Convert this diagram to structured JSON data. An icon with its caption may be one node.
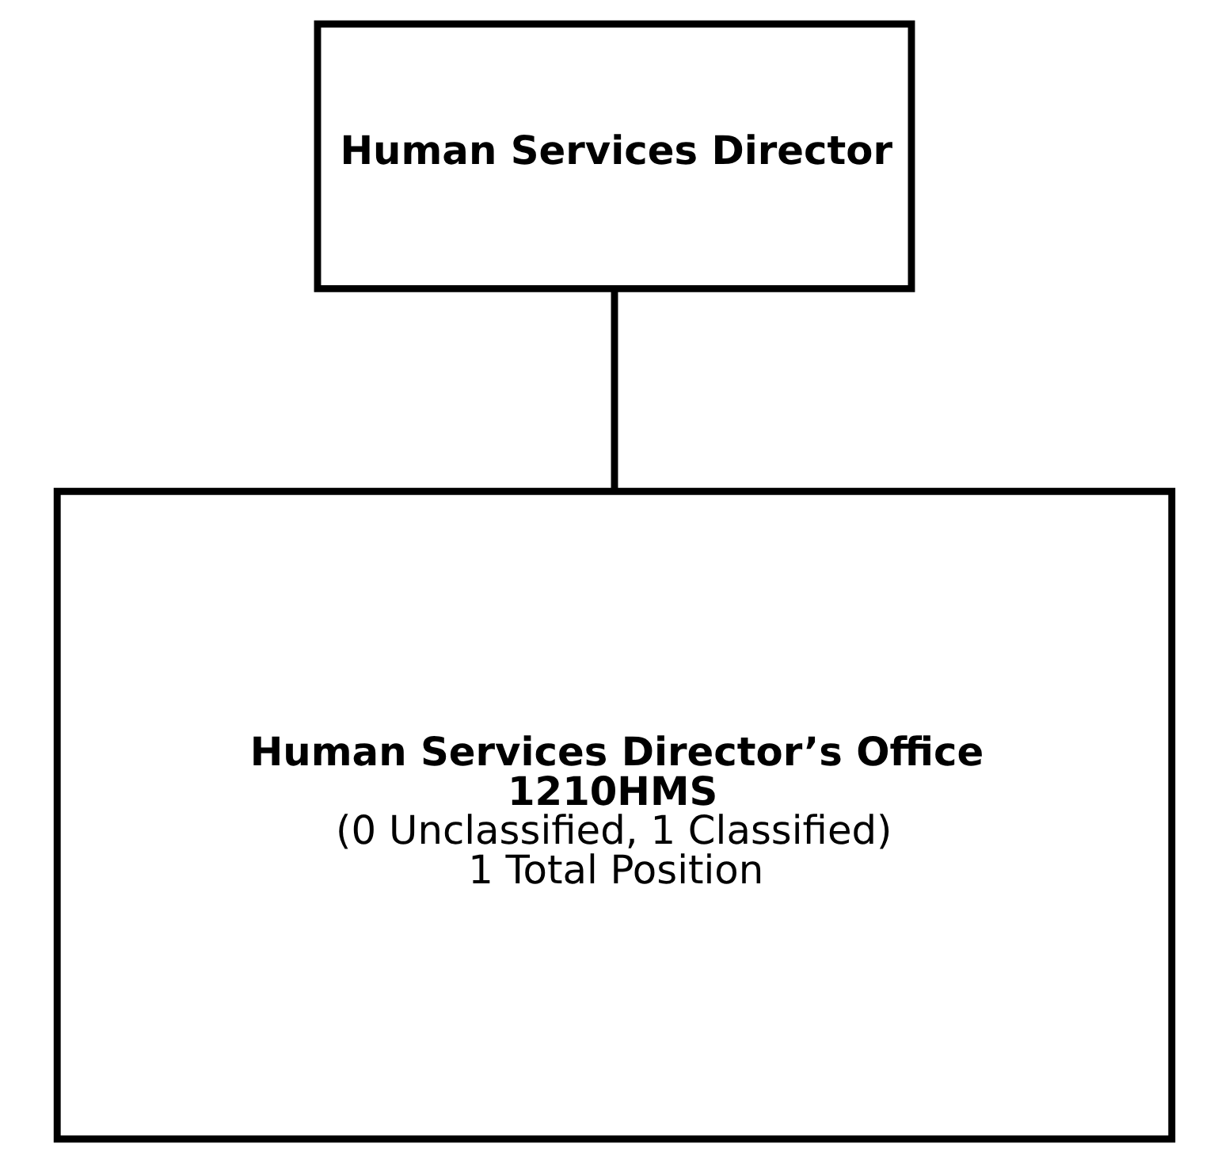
{
  "diagram": {
    "nodes": [
      {
        "text": [
          "Human Services Director"
        ]
      },
      {
        "text": [
          "Human Services Director’s Office",
          "1210HMS",
          "(0 Unclassified, 1 Classified)",
          "1 Total Position"
        ]
      }
    ],
    "edges": [
      {
        "from": 0,
        "to": 1,
        "arrow": "none"
      }
    ]
  }
}
